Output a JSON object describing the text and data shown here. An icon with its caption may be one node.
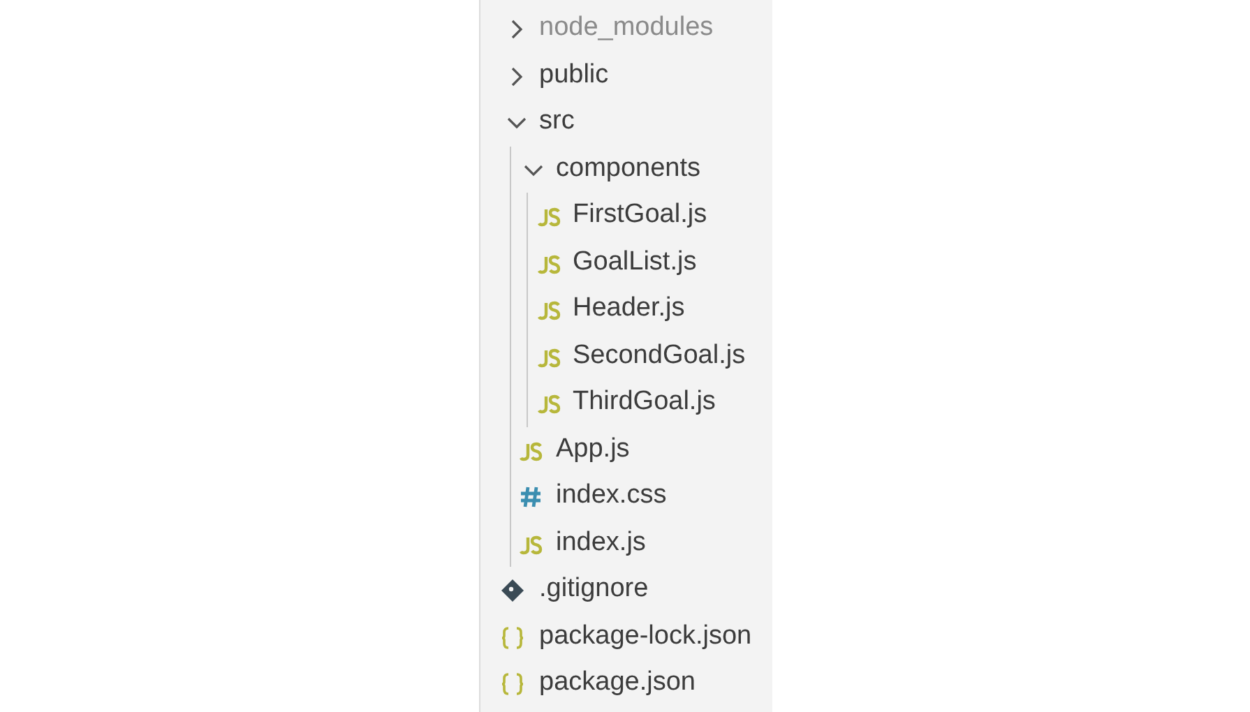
{
  "diagram": {
    "nodes": [
      {
        "text": [
          "node_modules"
        ]
      },
      {
        "text": [
          "public"
        ]
      },
      {
        "text": [
          "src"
        ]
      },
      {
        "text": [
          "components"
        ]
      },
      {
        "text": [
          "FirstGoal.js"
        ]
      },
      {
        "text": [
          "GoalList.js"
        ]
      },
      {
        "text": [
          "Header.js"
        ]
      },
      {
        "text": [
          "SecondGoal.js"
        ]
      },
      {
        "text": [
          "ThirdGoal.js"
        ]
      },
      {
        "text": [
          "App.js"
        ]
      },
      {
        "text": [
          "index.css"
        ]
      },
      {
        "text": [
          "index.js"
        ]
      },
      {
        "text": [
          ".gitignore"
        ]
      },
      {
        "text": [
          "package-lock.json"
        ]
      },
      {
        "text": [
          "package.json"
        ]
      }
    ]
  }
}
